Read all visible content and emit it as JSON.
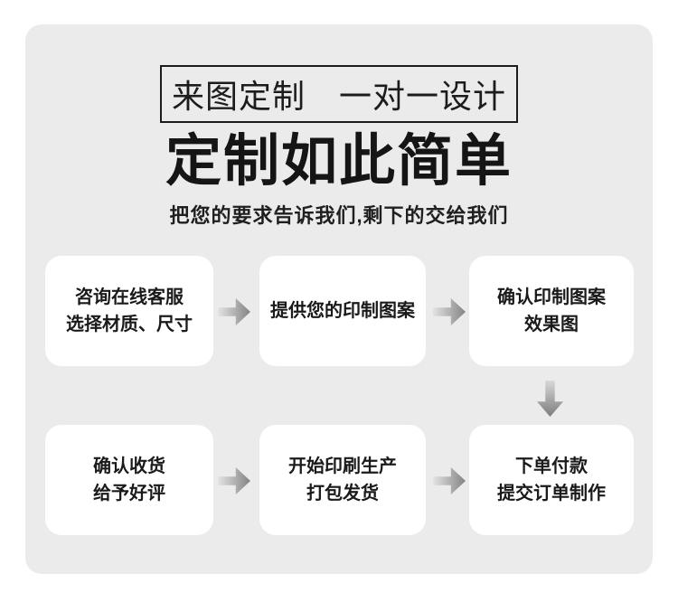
{
  "badge": {
    "label": "来图定制　一对一设计"
  },
  "heading": {
    "title": "定制如此简单",
    "subtitle": "把您的要求告诉我们,剩下的交给我们"
  },
  "steps": [
    {
      "line1": "咨询在线客服",
      "line2": "选择材质、尺寸"
    },
    {
      "line1": "提供您的印制图案"
    },
    {
      "line1": "确认印制图案",
      "line2": "效果图"
    },
    {
      "line1": "确认收货",
      "line2": "给予好评"
    },
    {
      "line1": "开始印刷生产",
      "line2": "打包发货"
    },
    {
      "line1": "下单付款",
      "line2": "提交订单制作"
    }
  ],
  "icons": {
    "arrow_right": "arrow-right-icon",
    "arrow_down": "arrow-down-icon"
  },
  "colors": {
    "page_bg": "#ffffff",
    "panel_bg": "#ebebeb",
    "card_bg": "#ffffff",
    "text": "#1a1a1a",
    "border": "#1c1c1c",
    "arrow_gradient_start": "#e3e3e3",
    "arrow_gradient_end": "#838383"
  }
}
